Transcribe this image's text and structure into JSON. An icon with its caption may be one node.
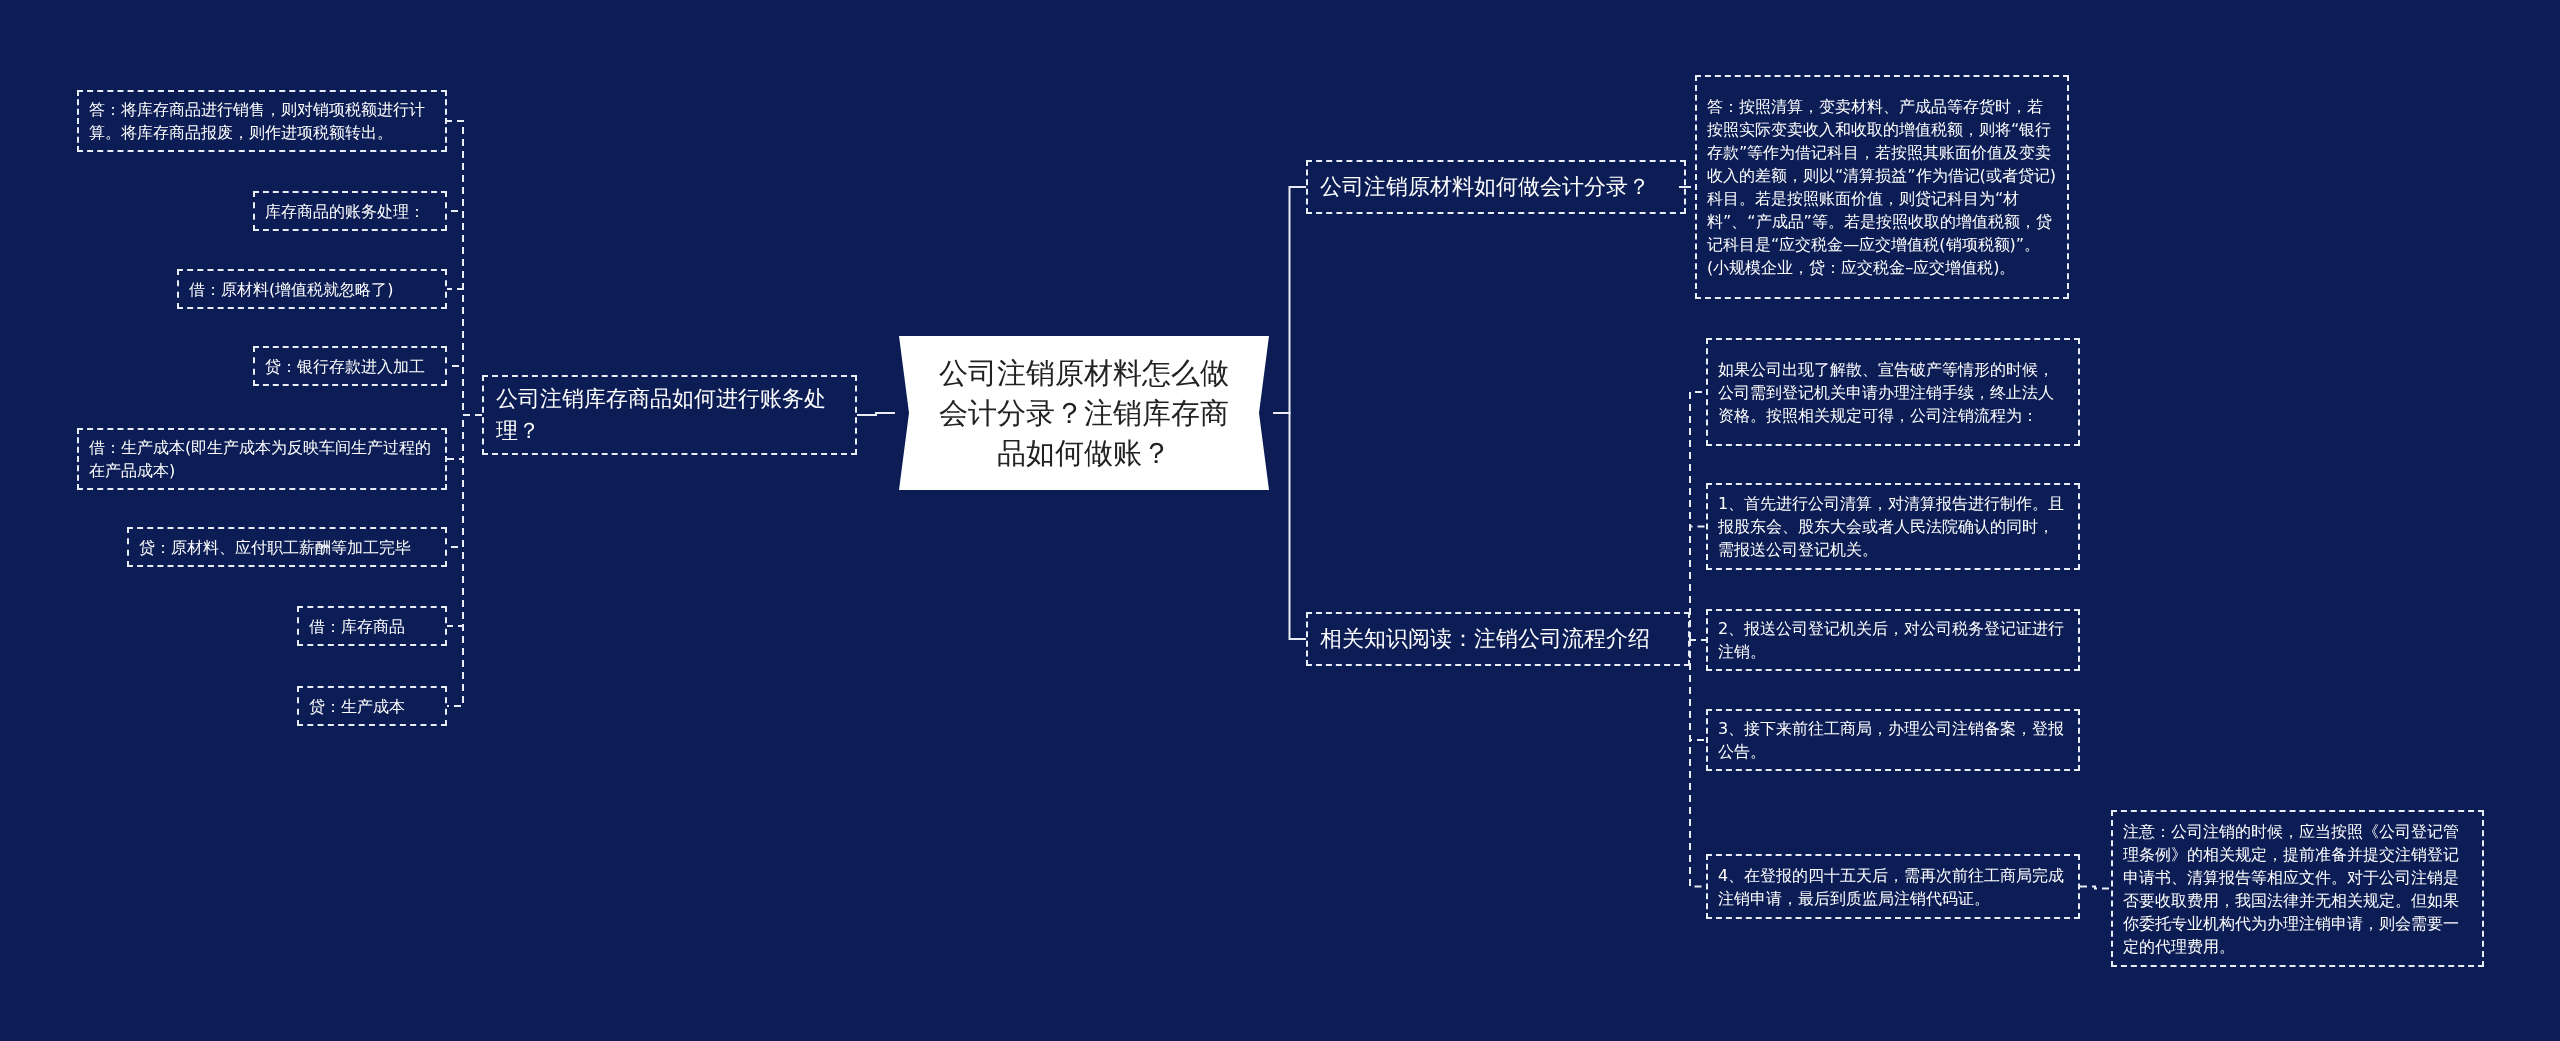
{
  "diagram": {
    "nodes": [
      {
        "text": [
          "公司注销原材料怎么做会计分录？注销库存商品如何做账？"
        ]
      },
      {
        "text": [
          "公司注销库存商品如何进行账务处理？"
        ]
      },
      {
        "text": [
          "答：将库存商品进行销售，则对销项税额进行计算。将库存商品报废，则作进项税额转出。"
        ]
      },
      {
        "text": [
          "库存商品的账务处理："
        ]
      },
      {
        "text": [
          "借：原材料(增值税就忽略了)"
        ]
      },
      {
        "text": [
          "贷：银行存款进入加工"
        ]
      },
      {
        "text": [
          "借：生产成本(即生产成本为反映车间生产过程的在产品成本)"
        ]
      },
      {
        "text": [
          "贷：原材料、应付职工薪酬等加工完毕"
        ]
      },
      {
        "text": [
          "借：库存商品"
        ]
      },
      {
        "text": [
          "贷：生产成本"
        ]
      },
      {
        "text": [
          "公司注销原材料如何做会计分录？"
        ]
      },
      {
        "text": [
          "答：按照清算，变卖材料、产成品等存货时，若按照实际变卖收入和收取的增值税额，则将“银行存款”等作为借记科目，若按照其账面价值及变卖收入的差额，则以“清算损益”作为借记(或者贷记)科目。若是按照账面价值，则贷记科目为“材料”、“产成品”等。若是按照收取的增值税额，贷记科目是“应交税金—应交增值税(销项税额)”。(小规模企业，贷：应交税金–应交增值税)。"
        ]
      },
      {
        "text": [
          "相关知识阅读：注销公司流程介绍"
        ]
      },
      {
        "text": [
          "如果公司出现了解散、宣告破产等情形的时候，公司需到登记机关申请办理注销手续，终止法人资格。按照相关规定可得，公司注销流程为："
        ]
      },
      {
        "text": [
          "1、首先进行公司清算，对清算报告进行制作。且报股东会、股东大会或者人民法院确认的同时，需报送公司登记机关。"
        ]
      },
      {
        "text": [
          "2、报送公司登记机关后，对公司税务登记证进行注销。"
        ]
      },
      {
        "text": [
          "3、接下来前往工商局，办理公司注销备案，登报公告。"
        ]
      },
      {
        "text": [
          "4、在登报的四十五天后，需再次前往工商局完成注销申请，最后到质监局注销代码证。"
        ]
      },
      {
        "text": [
          "注意：公司注销的时候，应当按照《公司登记管理条例》的相关规定，提前准备并提交注销登记申请书、清算报告等相应文件。对于公司注销是否要收取费用，我国法律并无相关规定。但如果你委托专业机构代为办理注销申请，则会需要一定的代理费用。"
        ]
      }
    ],
    "edges": [
      {
        "from": 0,
        "to": 1,
        "arrow": "none"
      },
      {
        "from": 1,
        "to": 2,
        "arrow": "none",
        "style": "dashed"
      },
      {
        "from": 1,
        "to": 3,
        "arrow": "none",
        "style": "dashed"
      },
      {
        "from": 1,
        "to": 4,
        "arrow": "none",
        "style": "dashed"
      },
      {
        "from": 1,
        "to": 5,
        "arrow": "none",
        "style": "dashed"
      },
      {
        "from": 1,
        "to": 6,
        "arrow": "none",
        "style": "dashed"
      },
      {
        "from": 1,
        "to": 7,
        "arrow": "none",
        "style": "dashed"
      },
      {
        "from": 1,
        "to": 8,
        "arrow": "none",
        "style": "dashed"
      },
      {
        "from": 1,
        "to": 9,
        "arrow": "none",
        "style": "dashed"
      },
      {
        "from": 0,
        "to": 10,
        "arrow": "none"
      },
      {
        "from": 10,
        "to": 11,
        "arrow": "none",
        "style": "dashed"
      },
      {
        "from": 0,
        "to": 12,
        "arrow": "none"
      },
      {
        "from": 12,
        "to": 13,
        "arrow": "none",
        "style": "dashed"
      },
      {
        "from": 12,
        "to": 14,
        "arrow": "none",
        "style": "dashed"
      },
      {
        "from": 12,
        "to": 15,
        "arrow": "none",
        "style": "dashed"
      },
      {
        "from": 12,
        "to": 16,
        "arrow": "none",
        "style": "dashed"
      },
      {
        "from": 12,
        "to": 17,
        "arrow": "none",
        "style": "dashed"
      },
      {
        "from": 17,
        "to": 18,
        "arrow": "none",
        "style": "dashed"
      }
    ]
  }
}
